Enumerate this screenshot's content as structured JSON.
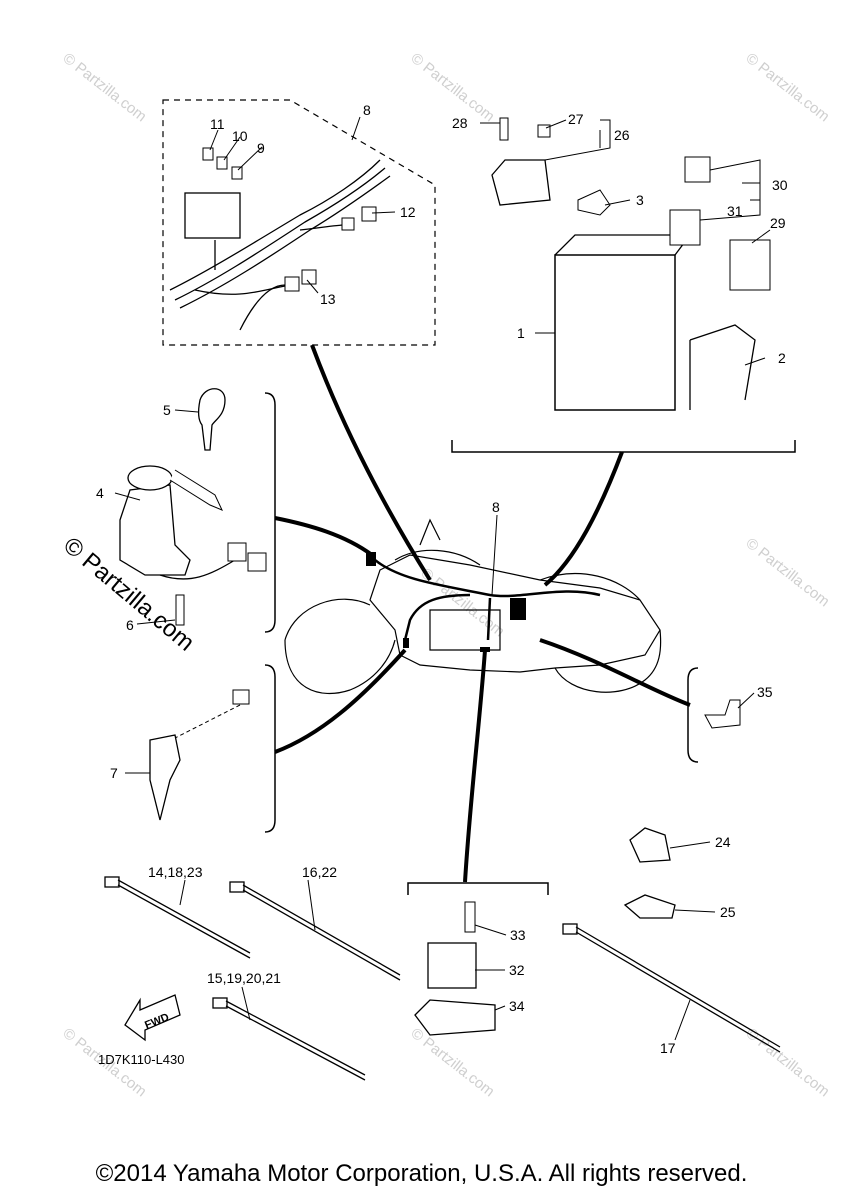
{
  "watermarks": {
    "text": "© Partzilla.com",
    "prominent": "© Partzilla.com"
  },
  "callouts": [
    {
      "id": "c1",
      "text": "1"
    },
    {
      "id": "c2",
      "text": "2"
    },
    {
      "id": "c3",
      "text": "3"
    },
    {
      "id": "c4",
      "text": "4"
    },
    {
      "id": "c5",
      "text": "5"
    },
    {
      "id": "c6",
      "text": "6"
    },
    {
      "id": "c7",
      "text": "7"
    },
    {
      "id": "c8a",
      "text": "8"
    },
    {
      "id": "c8b",
      "text": "8"
    },
    {
      "id": "c9",
      "text": "9"
    },
    {
      "id": "c10",
      "text": "10"
    },
    {
      "id": "c11",
      "text": "11"
    },
    {
      "id": "c12",
      "text": "12"
    },
    {
      "id": "c13",
      "text": "13"
    },
    {
      "id": "c14",
      "text": "14,18,23"
    },
    {
      "id": "c15",
      "text": "15,19,20,21"
    },
    {
      "id": "c16",
      "text": "16,22"
    },
    {
      "id": "c17",
      "text": "17"
    },
    {
      "id": "c24",
      "text": "24"
    },
    {
      "id": "c25",
      "text": "25"
    },
    {
      "id": "c26",
      "text": "26"
    },
    {
      "id": "c27",
      "text": "27"
    },
    {
      "id": "c28",
      "text": "28"
    },
    {
      "id": "c29",
      "text": "29"
    },
    {
      "id": "c30",
      "text": "30"
    },
    {
      "id": "c31",
      "text": "31"
    },
    {
      "id": "c32",
      "text": "32"
    },
    {
      "id": "c33",
      "text": "33"
    },
    {
      "id": "c34",
      "text": "34"
    },
    {
      "id": "c35",
      "text": "35"
    }
  ],
  "fwd_label": "FWD",
  "diagram_code": "1D7K110-L430",
  "copyright": "©2014 Yamaha Motor Corporation, U.S.A. All rights reserved."
}
